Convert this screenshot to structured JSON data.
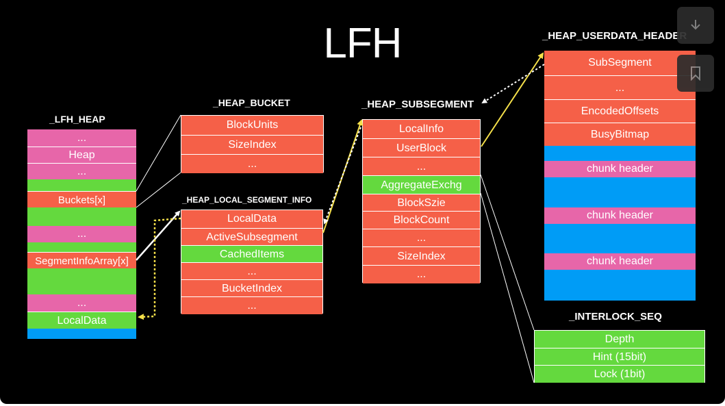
{
  "title": "LFH",
  "structs": {
    "lfh_heap": {
      "label": "_LFH_HEAP",
      "rows": [
        "...",
        "Heap",
        "...",
        "",
        "Buckets[x]",
        "",
        "...",
        "",
        "SegmentInfoArray[x]",
        "",
        "...",
        "LocalData",
        ""
      ]
    },
    "heap_bucket": {
      "label": "_HEAP_BUCKET",
      "rows": [
        "BlockUnits",
        "SizeIndex",
        "..."
      ]
    },
    "local_segment_info": {
      "label": "_HEAP_LOCAL_SEGMENT_INFO",
      "rows": [
        "LocalData",
        "ActiveSubsegment",
        "CachedItems",
        "...",
        "BucketIndex",
        "..."
      ]
    },
    "heap_subsegment": {
      "label": "_HEAP_SUBSEGMENT",
      "rows": [
        "LocalInfo",
        "UserBlock",
        "...",
        "AggregateExchg",
        "BlockSzie",
        "BlockCount",
        "...",
        "SizeIndex",
        "..."
      ]
    },
    "userdata_header": {
      "label": "_HEAP_USERDATA_HEADER",
      "rows": [
        "SubSegment",
        "...",
        "EncodedOffsets",
        "BusyBitmap",
        "",
        "chunk header",
        "",
        "chunk header",
        "",
        "chunk header",
        ""
      ]
    },
    "interlock_seq": {
      "label": "_INTERLOCK_SEQ",
      "rows": [
        "Depth",
        "Hint (15bit)",
        "Lock (1bit)"
      ]
    }
  },
  "controls": {
    "download_icon": "download-icon",
    "bookmark_icon": "bookmark-icon"
  },
  "colors": {
    "pink": "#e766a9",
    "red": "#f56048",
    "green": "#64d93e",
    "blue": "#009cf6",
    "arrow_yellow": "#f5e04a",
    "background": "#000000"
  }
}
